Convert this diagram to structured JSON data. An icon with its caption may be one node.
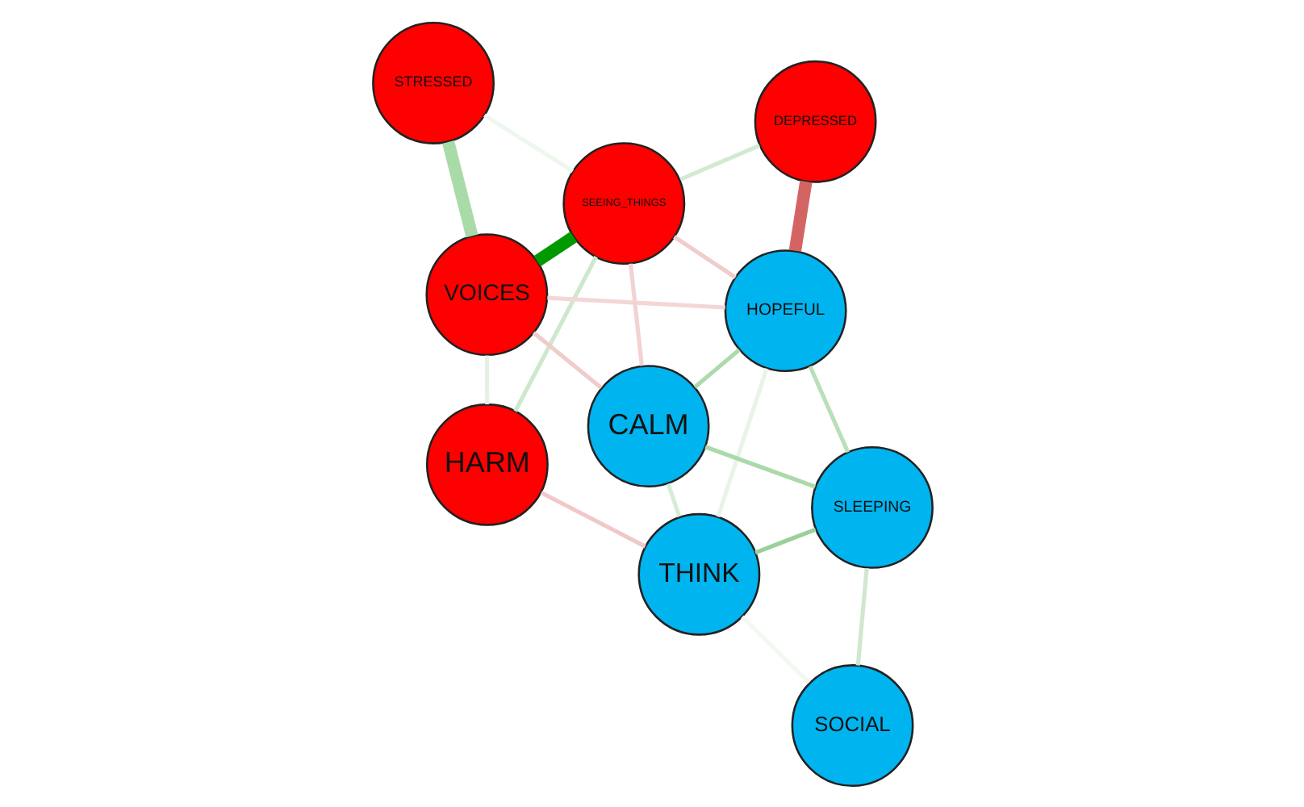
{
  "diagram": {
    "nodes": [
      {
        "text": [
          "STRESSED"
        ]
      },
      {
        "text": [
          "HARM"
        ]
      },
      {
        "text": [
          "VOICES"
        ]
      },
      {
        "text": [
          "SEEING_THINGS"
        ]
      },
      {
        "text": [
          "SOCIAL"
        ]
      },
      {
        "text": [
          "DEPRESSED"
        ]
      },
      {
        "text": [
          "HOPEFUL"
        ]
      },
      {
        "text": [
          "SLEEPING"
        ]
      },
      {
        "text": [
          "CALM"
        ]
      },
      {
        "text": [
          "THINK"
        ]
      }
    ],
    "edges": [
      {
        "from": 0,
        "to": 2,
        "arrow": "none",
        "style": "thick",
        "color": "#a9dba9"
      },
      {
        "from": 0,
        "to": 3,
        "arrow": "none",
        "color": "#eef7ee"
      },
      {
        "from": 1,
        "to": 2,
        "arrow": "none",
        "color": "#e4f2e4"
      },
      {
        "from": 1,
        "to": 3,
        "arrow": "none",
        "color": "#cde8cd"
      },
      {
        "from": 3,
        "to": 2,
        "arrow": "none",
        "style": "thick",
        "color": "#009900"
      },
      {
        "from": 3,
        "to": 5,
        "arrow": "none",
        "color": "#d2ead2"
      },
      {
        "from": 1,
        "to": 9,
        "arrow": "none",
        "color": "#f0c8c8"
      },
      {
        "from": 3,
        "to": 8,
        "arrow": "none",
        "color": "#f3d2d2"
      },
      {
        "from": 3,
        "to": 6,
        "arrow": "none",
        "color": "#f0cccc"
      },
      {
        "from": 2,
        "to": 8,
        "arrow": "none",
        "color": "#f0cccc"
      },
      {
        "from": 2,
        "to": 6,
        "arrow": "none",
        "color": "#f3d6d6"
      },
      {
        "from": 5,
        "to": 6,
        "arrow": "none",
        "style": "thick",
        "color": "#d46464"
      },
      {
        "from": 4,
        "to": 7,
        "arrow": "none",
        "color": "#cfe8cf"
      },
      {
        "from": 4,
        "to": 9,
        "arrow": "none",
        "color": "#f2f8f2"
      },
      {
        "from": 7,
        "to": 6,
        "arrow": "none",
        "color": "#b9e0b9"
      },
      {
        "from": 7,
        "to": 8,
        "arrow": "none",
        "color": "#aad9aa"
      },
      {
        "from": 7,
        "to": 9,
        "arrow": "none",
        "color": "#99d199"
      },
      {
        "from": 6,
        "to": 8,
        "arrow": "none",
        "color": "#add9ad"
      },
      {
        "from": 6,
        "to": 9,
        "arrow": "none",
        "color": "#e8f4e8"
      },
      {
        "from": 8,
        "to": 9,
        "arrow": "none",
        "color": "#d6ecd6"
      }
    ]
  }
}
